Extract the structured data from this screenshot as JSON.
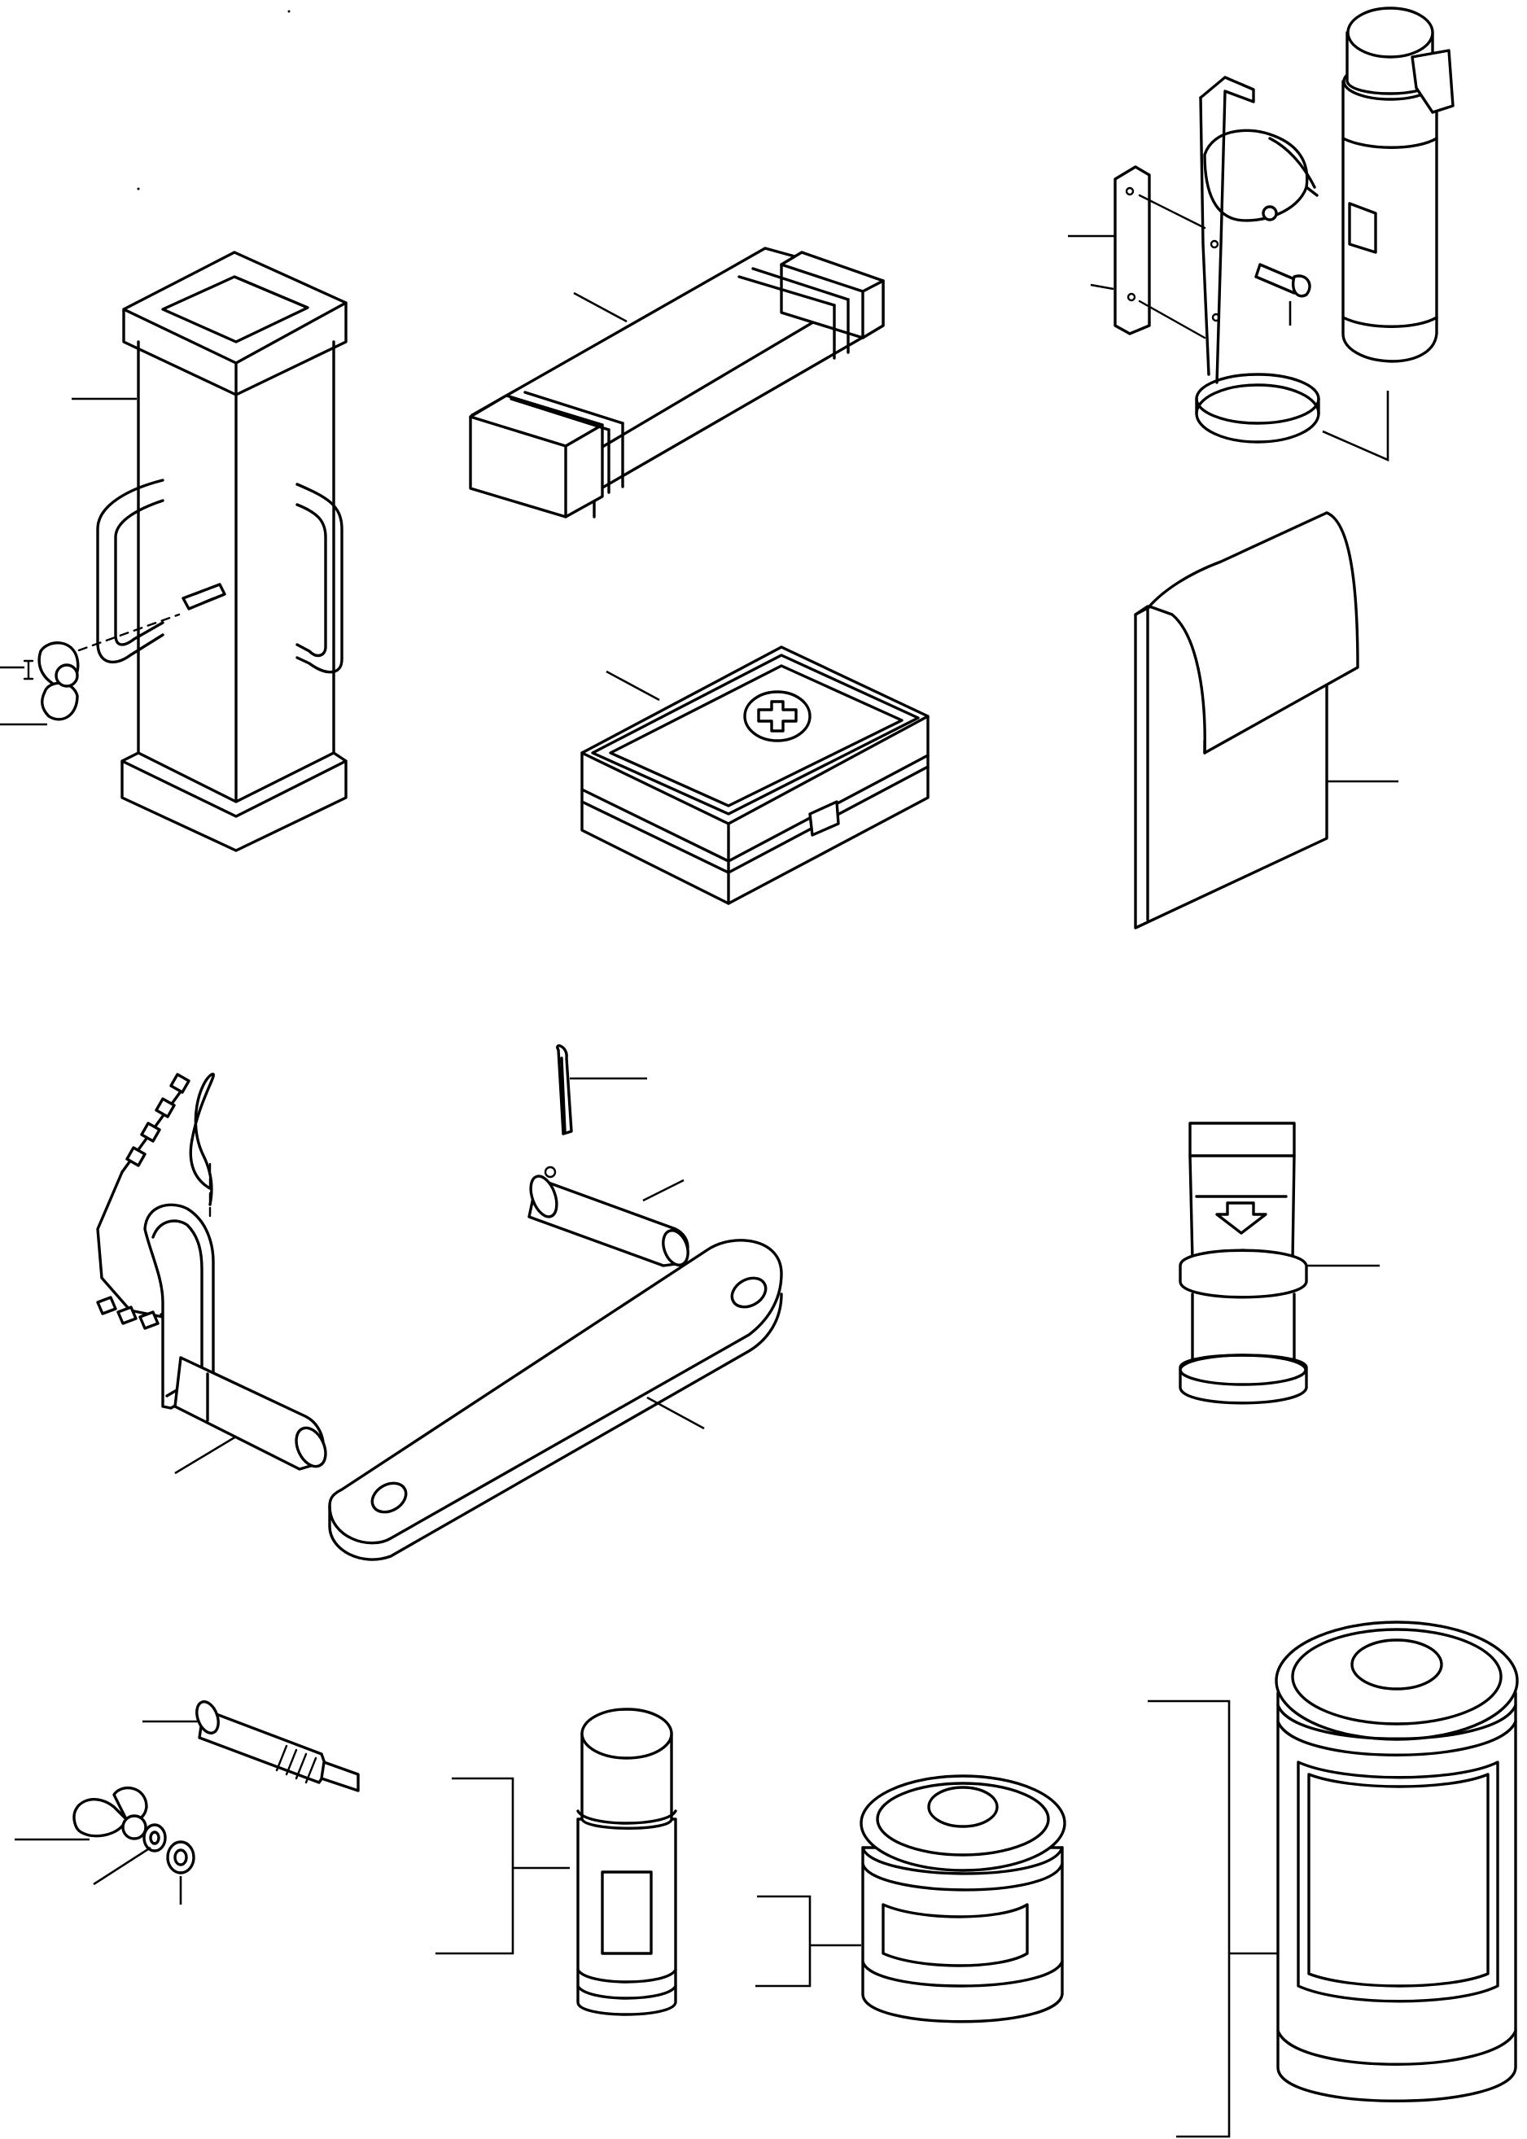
{
  "figure": {
    "kind": "exploded parts illustration",
    "background": "#ffffff",
    "line_color": "#000000",
    "labels": []
  },
  "parts": [
    {
      "id": "tool-box",
      "leaders": 3
    },
    {
      "id": "tool-roll",
      "leaders": 1
    },
    {
      "id": "fire-extinguisher",
      "leaders": 4
    },
    {
      "id": "first-aid-kit",
      "leaders": 1
    },
    {
      "id": "document-pouch",
      "leaders": 1
    },
    {
      "id": "tow-pin-and-link",
      "leaders": 4
    },
    {
      "id": "fuel-cap",
      "leaders": 1
    },
    {
      "id": "bolt-with-wing-nut-and-washers",
      "leaders": 4
    },
    {
      "id": "spray-can",
      "leaders": 1
    },
    {
      "id": "small-paint-tin",
      "leaders": 1
    },
    {
      "id": "large-paint-tin",
      "leaders": 1
    }
  ]
}
